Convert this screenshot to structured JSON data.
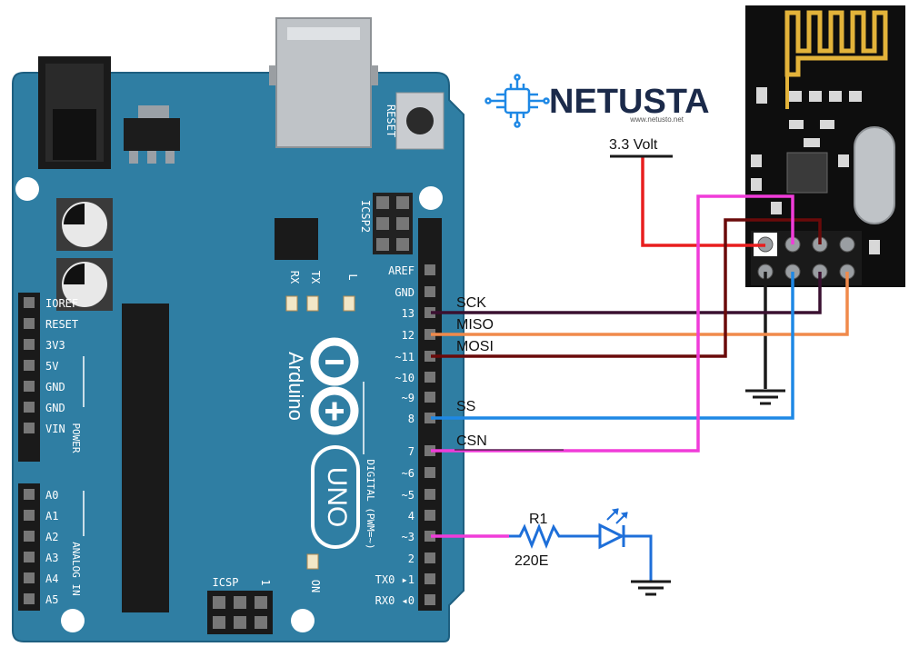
{
  "logo": {
    "name": "NETUSTA",
    "url": "www.netusto.net"
  },
  "board": {
    "brand": "Arduino",
    "model": "UNO",
    "reset": "RESET",
    "icsp2": "ICSP2",
    "icsp": "ICSP",
    "icsp_pin1": "1",
    "led_rx": "RX",
    "led_tx": "TX",
    "led_l": "L",
    "led_on": "ON",
    "digital_section": "DIGITAL (PWM=~)",
    "power_section": "POWER",
    "analog_section": "ANALOG IN",
    "power_pins": [
      "IOREF",
      "RESET",
      "3V3",
      "5V",
      "GND",
      "GND",
      "VIN"
    ],
    "analog_pins": [
      "A0",
      "A1",
      "A2",
      "A3",
      "A4",
      "A5"
    ],
    "digital_pins": [
      "AREF",
      "GND",
      "13",
      "12",
      "~11",
      "~10",
      "~9",
      "8",
      "7",
      "~6",
      "~5",
      "4",
      "~3",
      "2",
      "TX0 ▸1",
      "RX0 ◂0"
    ]
  },
  "connections": [
    {
      "label": "SCK",
      "pin": "13",
      "color": "#3a1030"
    },
    {
      "label": "MISO",
      "pin": "12",
      "color": "#f08a4b"
    },
    {
      "label": "MOSI",
      "pin": "~11",
      "color": "#6a0a0a"
    },
    {
      "label": "SS",
      "pin": "8",
      "color": "#1e88e5"
    },
    {
      "label": "CSN",
      "pin": "7",
      "color": "#f03cd9"
    }
  ],
  "power_label": "3.3 Volt",
  "power_color": "#e81e1e",
  "led_circuit": {
    "resistor": "R1",
    "value": "220E",
    "pin": "~3",
    "color": "#f03cd9",
    "component_color": "#1e6fd9"
  },
  "colors": {
    "board": "#2f7ea3",
    "board_edge": "#1e5f80",
    "module": "#0e0e0e",
    "antenna": "#e3b33a"
  }
}
